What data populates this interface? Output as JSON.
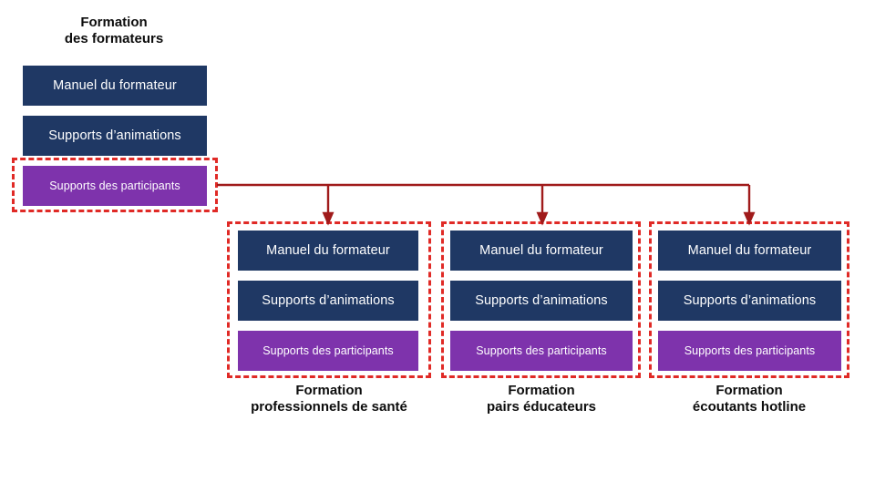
{
  "diagram": {
    "title": "Formation\ndes formateurs",
    "colors": {
      "box_blue": "#1F3864",
      "box_purple": "#7E33AC",
      "dashed_red": "#E02A26",
      "connector_red": "#A01B1B",
      "text_light": "#FFFFFF",
      "text_dark": "#0D0D0D",
      "background": "#FFFFFF"
    },
    "source_group": {
      "caption": "Formation\ndes formateurs",
      "items": [
        {
          "label": "Manuel du formateur",
          "style": "blue"
        },
        {
          "label": "Supports d’animations",
          "style": "blue"
        },
        {
          "label": "Supports des participants",
          "style": "purple",
          "highlighted": true
        }
      ]
    },
    "target_groups": [
      {
        "caption": "Formation\nprofessionnels de santé",
        "items": [
          {
            "label": "Manuel du formateur",
            "style": "blue"
          },
          {
            "label": "Supports d’animations",
            "style": "blue"
          },
          {
            "label": "Supports des participants",
            "style": "purple"
          }
        ]
      },
      {
        "caption": "Formation\npairs éducateurs",
        "items": [
          {
            "label": "Manuel du formateur",
            "style": "blue"
          },
          {
            "label": "Supports d’animations",
            "style": "blue"
          },
          {
            "label": "Supports des participants",
            "style": "purple"
          }
        ]
      },
      {
        "caption": "Formation\nécoutants hotline",
        "items": [
          {
            "label": "Manuel du formateur",
            "style": "blue"
          },
          {
            "label": "Supports d’animations",
            "style": "blue"
          },
          {
            "label": "Supports des participants",
            "style": "purple"
          }
        ]
      }
    ],
    "connectors": {
      "description": "Arrows from the highlighted « Supports des participants » of the trainer-training group down into each of the three downstream training kits.",
      "arrow_count": 3
    }
  }
}
